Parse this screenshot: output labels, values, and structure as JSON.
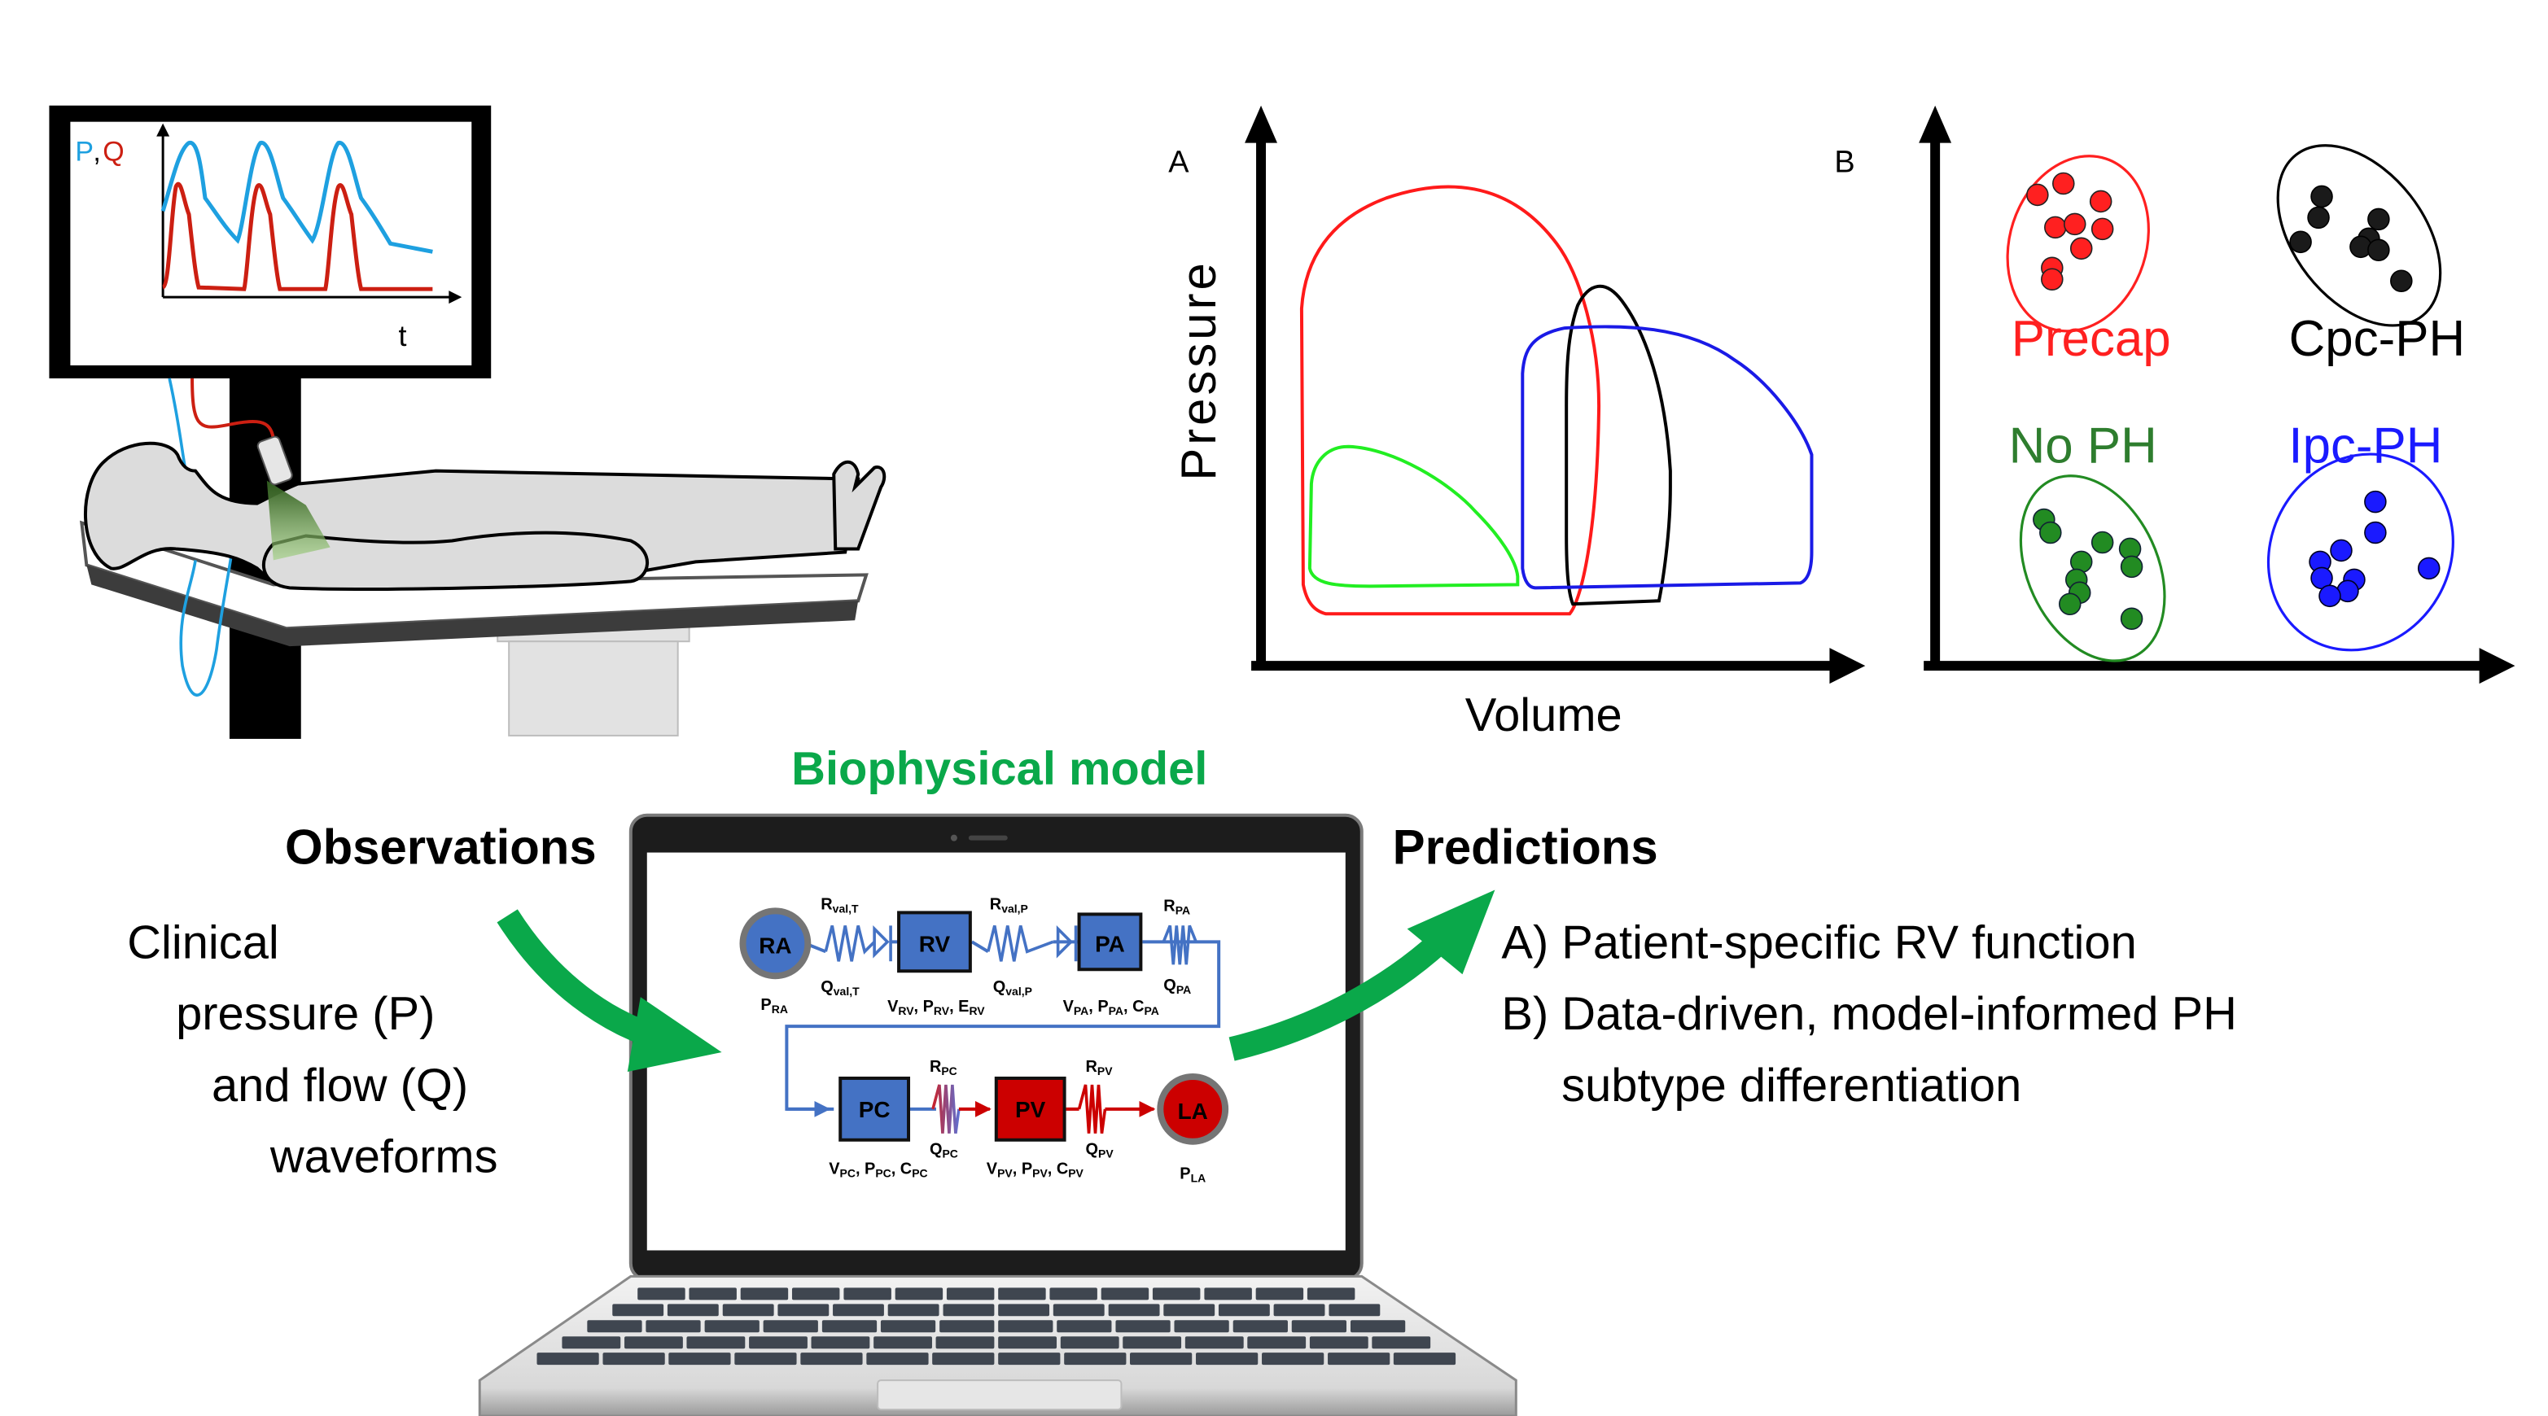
{
  "monitor": {
    "y_label_p": "P",
    "y_label_sep": ",",
    "y_label_q": "Q",
    "x_label": "t",
    "pressure_color": "#1ea0e0",
    "flow_color": "#cc1f12"
  },
  "pv_chart": {
    "panel_label": "A",
    "ylabel": "Pressure",
    "xlabel": "Volume",
    "loops": [
      {
        "name": "Precap",
        "color": "#ff1a1a"
      },
      {
        "name": "No PH",
        "color": "#22ee22"
      },
      {
        "name": "Cpc-PH",
        "color": "#000000"
      },
      {
        "name": "Ipc-PH",
        "color": "#1a1ae6"
      }
    ]
  },
  "cluster_chart": {
    "panel_label": "B",
    "clusters": [
      {
        "label": "Precap",
        "color": "#ff2020",
        "points": 9
      },
      {
        "label": "Cpc-PH",
        "color": "#111111",
        "points": 8
      },
      {
        "label": "No PH",
        "color": "#228b22",
        "points": 10
      },
      {
        "label": "Ipc-PH",
        "color": "#1a1aff",
        "points": 9
      }
    ]
  },
  "model": {
    "title": "Biophysical model",
    "title_color": "#0aa84a",
    "nodes": {
      "ra": "RA",
      "rv": "RV",
      "pa": "PA",
      "pc": "PC",
      "pv": "PV",
      "la": "LA"
    },
    "labels": {
      "r_val_t": [
        "R",
        "val,T"
      ],
      "q_val_t": [
        "Q",
        "val,T"
      ],
      "r_val_p": [
        "R",
        "val,P"
      ],
      "q_val_p": [
        "Q",
        "val,P"
      ],
      "r_pa": [
        "R",
        "PA"
      ],
      "q_pa": [
        "Q",
        "PA"
      ],
      "p_ra": [
        "P",
        "RA"
      ],
      "rv_vars": [
        "V",
        "RV",
        ", P",
        "RV",
        ", E",
        "RV"
      ],
      "pa_vars": [
        "V",
        "PA",
        ", P",
        "PA",
        ", C",
        "PA"
      ],
      "r_pc": [
        "R",
        "PC"
      ],
      "q_pc": [
        "Q",
        "PC"
      ],
      "r_pv": [
        "R",
        "PV"
      ],
      "q_pv": [
        "Q",
        "PV"
      ],
      "pc_vars": [
        "V",
        "PC",
        ", P",
        "PC",
        ", C",
        "PC"
      ],
      "pv_vars": [
        "V",
        "PV",
        ", P",
        "PV",
        ", C",
        "PV"
      ],
      "p_la": [
        "P",
        "LA"
      ]
    }
  },
  "observations": {
    "heading": "Observations",
    "lines": [
      "Clinical",
      "pressure (P)",
      "and flow (Q)",
      "waveforms"
    ]
  },
  "predictions": {
    "heading": "Predictions",
    "lines": [
      "A) Patient-specific RV function",
      "B) Data-driven, model-informed PH",
      "subtype differentiation"
    ]
  },
  "arrow_color": "#0aa84a"
}
